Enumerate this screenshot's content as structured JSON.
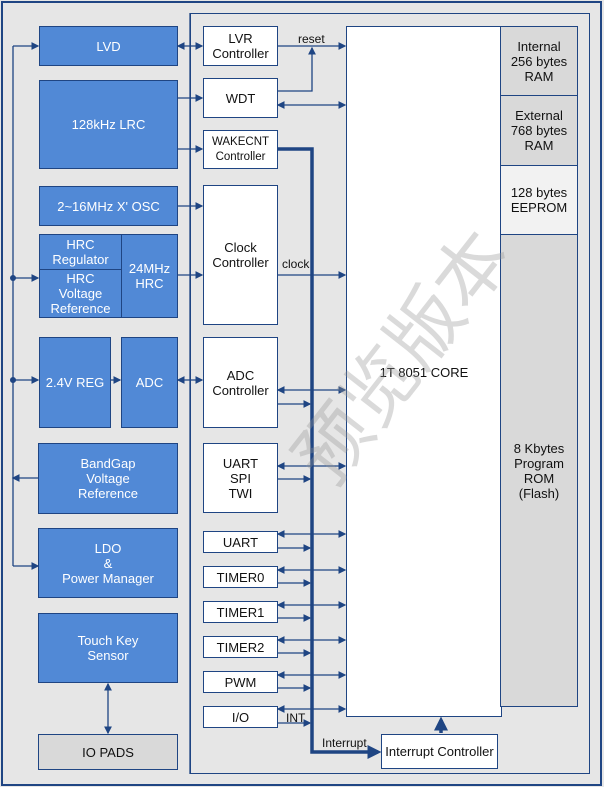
{
  "left_blocks": {
    "lvd": "LVD",
    "lrc": "128kHz LRC",
    "osc": "2~16MHz X'   OSC",
    "hrc_regulator": "HRC\nRegulator",
    "hrc_vref": "HRC\nVoltage\nReference",
    "hrc_24m": "24MHz\nHRC",
    "reg24": "2.4V REG",
    "adc": "ADC",
    "bandgap": "BandGap\nVoltage\nReference",
    "ldo": "LDO\n&\nPower Manager",
    "touch": "Touch Key\nSensor",
    "io_pads": "IO PADS"
  },
  "controllers": {
    "lvr": "LVR\nController",
    "wdt": "WDT",
    "wakecnt": "WAKECNT\nController",
    "clock": "Clock\nController",
    "adc_ctrl": "ADC\nController",
    "serial": "UART\nSPI\nTWI",
    "uart": "UART",
    "timer0": "TIMER0",
    "timer1": "TIMER1",
    "timer2": "TIMER2",
    "pwm": "PWM",
    "io": "I/O",
    "interrupt_ctrl": "Interrupt Controller"
  },
  "core": {
    "label": "1T 8051 CORE"
  },
  "memory": {
    "internal_ram": "Internal\n256 bytes\nRAM",
    "external_ram": "External\n768 bytes\nRAM",
    "eeprom": "128 bytes\nEEPROM",
    "rom": "8 Kbytes\nProgram\nROM\n(Flash)"
  },
  "signals": {
    "reset": "reset",
    "clock": "clock",
    "int": "INT",
    "interrupt": "Interrupt"
  },
  "watermark": "预览版本",
  "colors": {
    "block_blue": "#5189d6",
    "line_navy": "#1f4583",
    "memory_gray": "#d9d9d9",
    "background": "#e6e6e6"
  }
}
